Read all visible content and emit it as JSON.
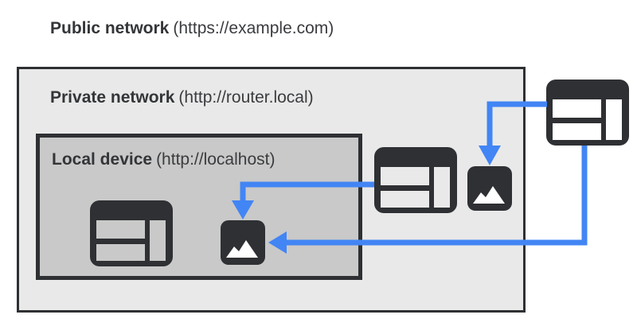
{
  "diagram": {
    "public_network": {
      "name": "Public network",
      "url": "(https://example.com)"
    },
    "private_network": {
      "name": "Private network",
      "url": "(http://router.local)"
    },
    "local_device": {
      "name": "Local device",
      "url": "(http://localhost)"
    }
  },
  "icons": {
    "public_browser": "browser-window-icon",
    "private_browser": "browser-window-icon",
    "private_image": "image-icon",
    "local_browser": "browser-window-icon",
    "local_image": "image-icon"
  },
  "arrows": [
    {
      "name": "public-browser-to-private-image",
      "from": "public browser",
      "to": "private network image",
      "color": "#4285f4"
    },
    {
      "name": "private-browser-to-local-image",
      "from": "private browser",
      "to": "local device image",
      "color": "#4285f4"
    },
    {
      "name": "public-browser-to-local-image",
      "from": "public browser",
      "to": "local device image",
      "color": "#4285f4"
    }
  ],
  "colors": {
    "accent_blue": "#4285f4",
    "ink_dark": "#2e3033",
    "text": "#3a3c3f",
    "private_bg": "#e9e9e9",
    "local_bg": "#c9c9c9",
    "page_bg": "#ffffff"
  }
}
